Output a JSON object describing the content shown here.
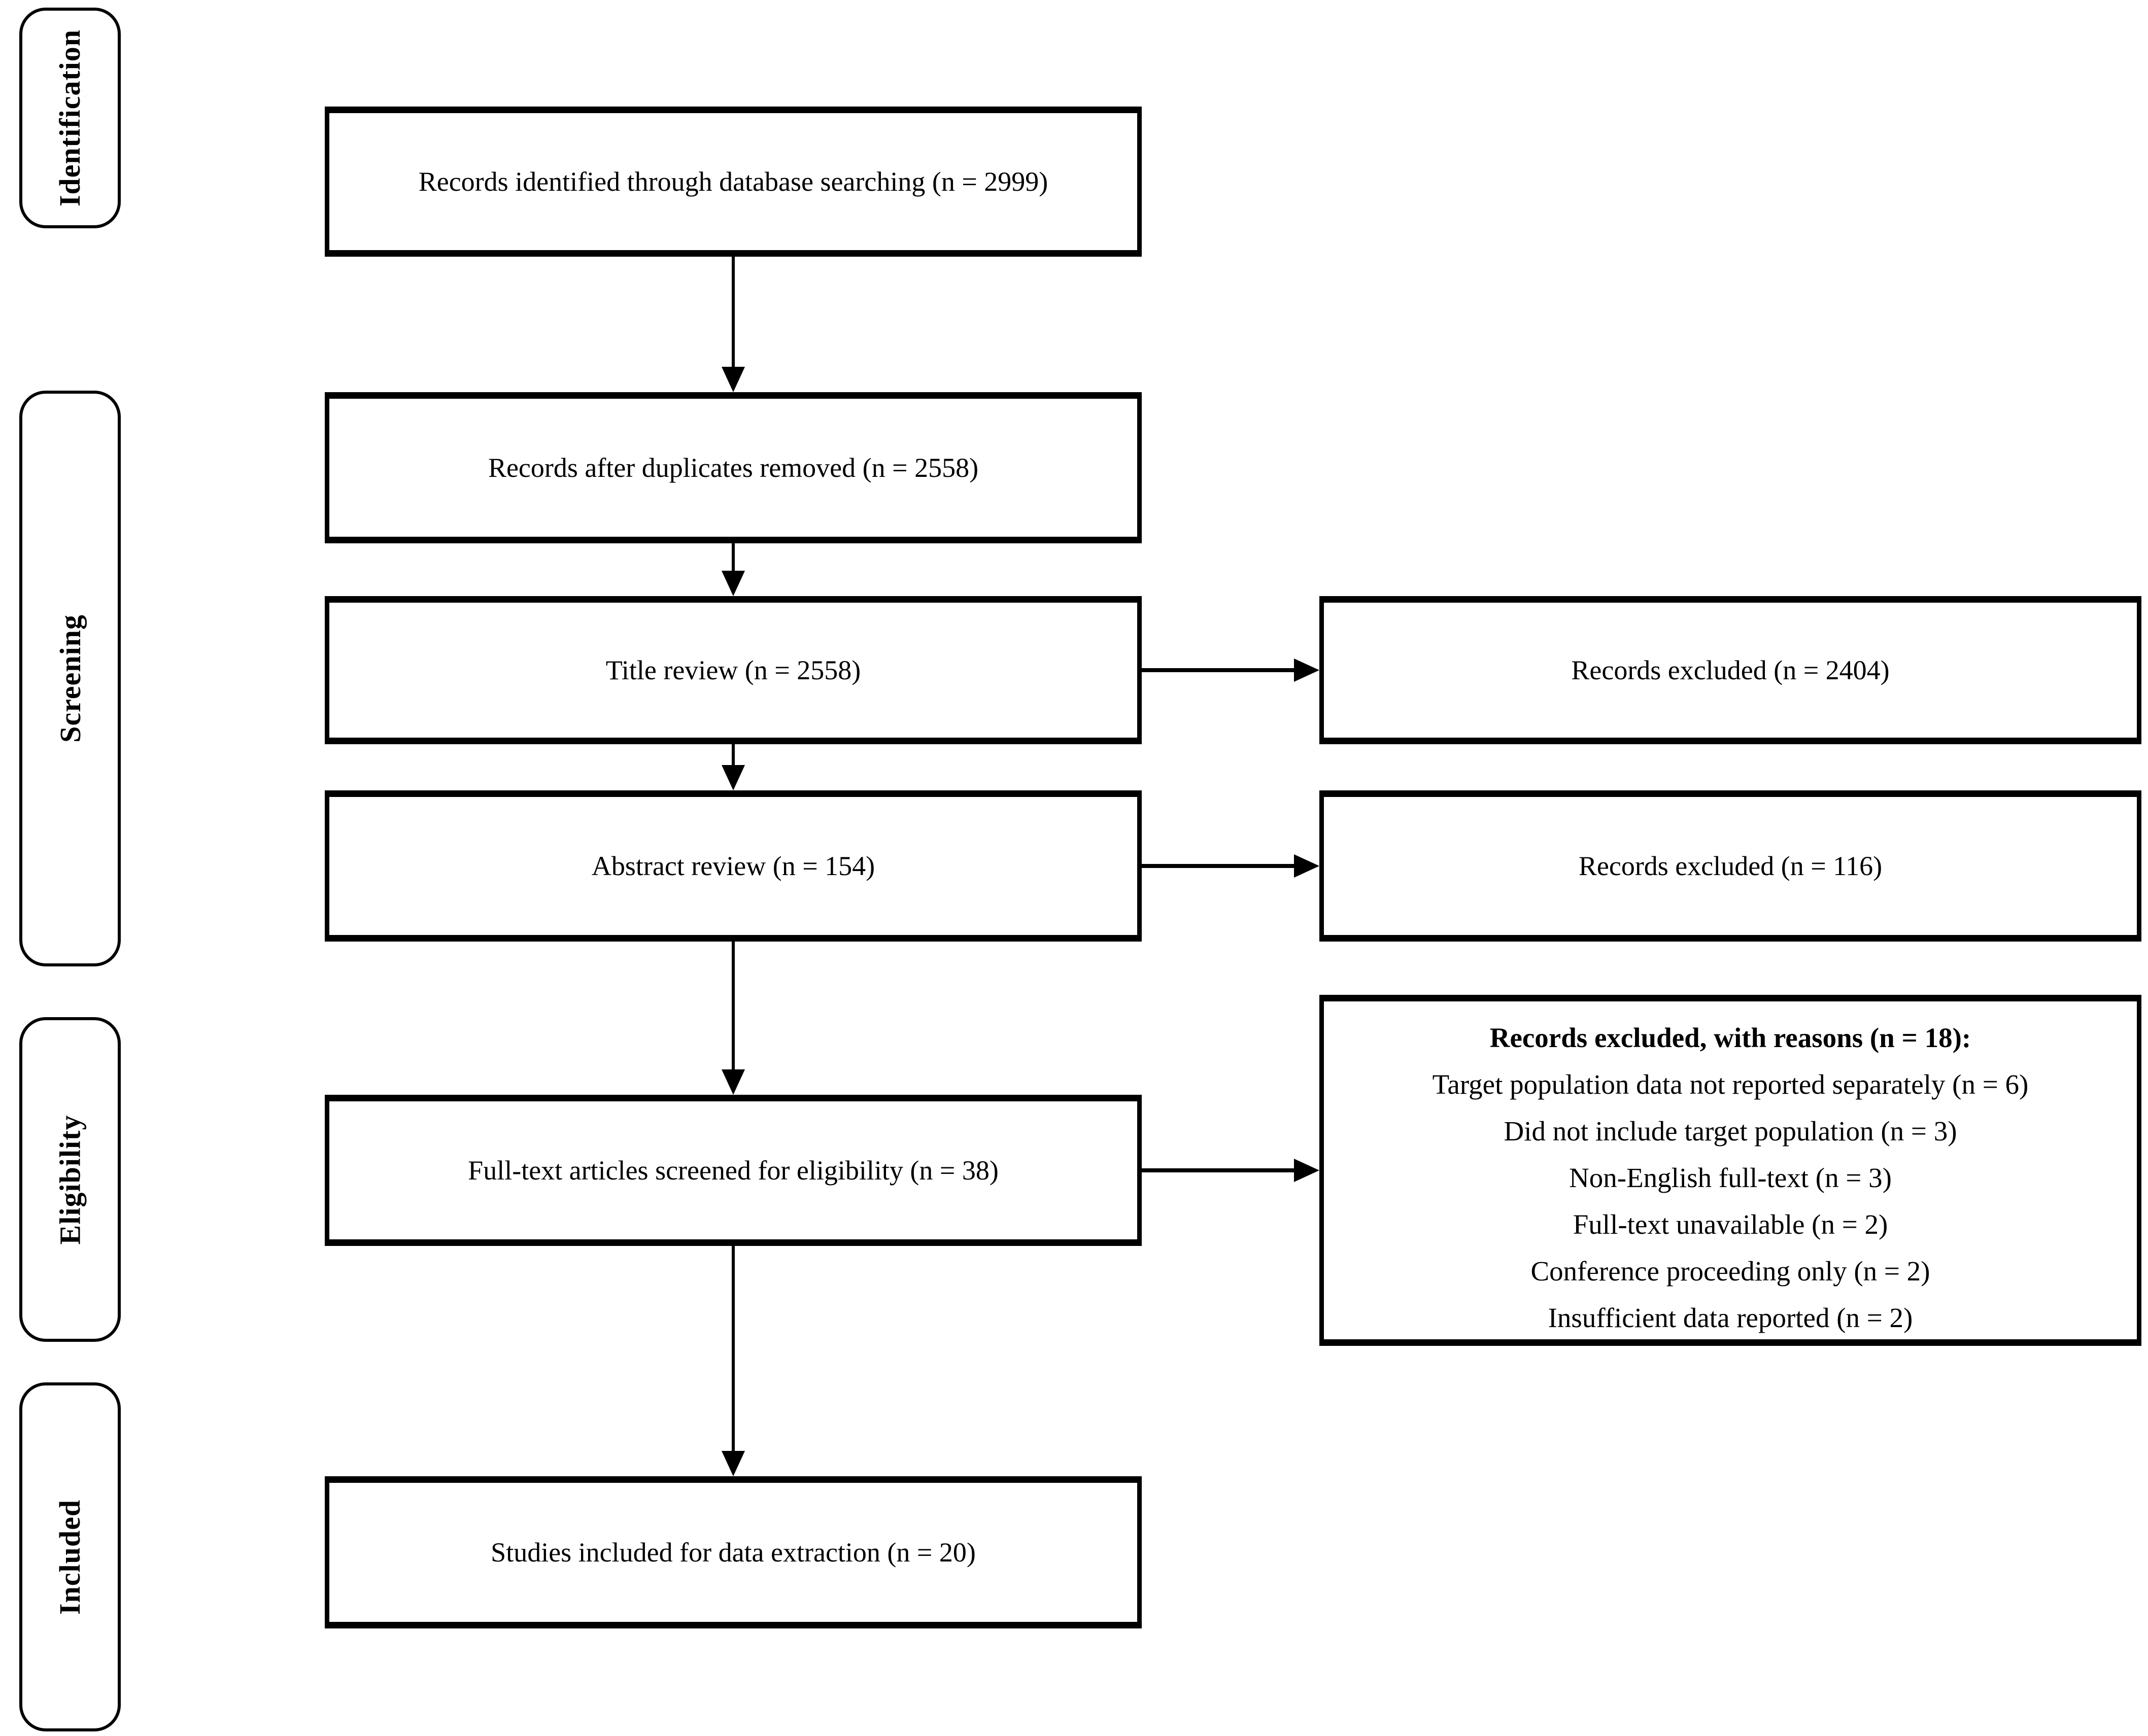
{
  "diagram": {
    "stages": [
      {
        "label": "Identification"
      },
      {
        "label": "Screening"
      },
      {
        "label": "Eligibility"
      },
      {
        "label": "Included"
      }
    ],
    "flow_boxes": [
      {
        "text": "Records identified through database searching (n = 2999)"
      },
      {
        "text": "Records after duplicates removed (n = 2558)"
      },
      {
        "text": "Title review (n = 2558)"
      },
      {
        "text": "Abstract review (n = 154)"
      },
      {
        "text": "Full-text articles screened for eligibility (n = 38)"
      },
      {
        "text": "Studies included for data extraction (n = 20)"
      }
    ],
    "side_boxes": [
      {
        "text": "Records excluded (n = 2404)"
      },
      {
        "text": "Records excluded (n = 116)"
      },
      {
        "title": "Records excluded, with reasons (n = 18):",
        "reasons": [
          "Target population data not reported separately (n = 6)",
          "Did not include target population (n = 3)",
          "Non-English full-text (n = 3)",
          "Full-text unavailable (n = 2)",
          "Conference proceeding only (n = 2)",
          "Insufficient data reported (n = 2)"
        ]
      }
    ],
    "colors": {
      "line": "#000000",
      "background": "#ffffff"
    }
  }
}
